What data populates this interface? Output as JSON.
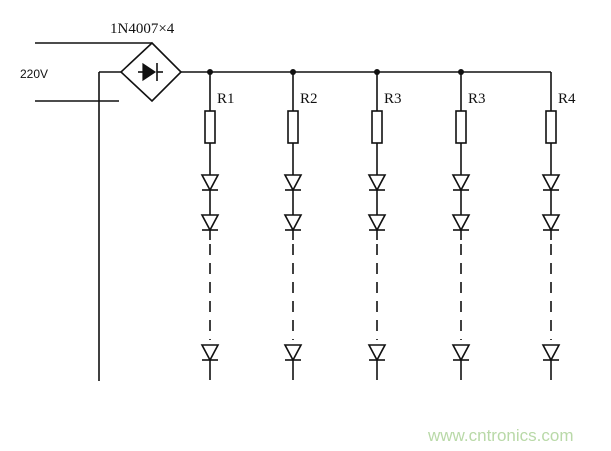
{
  "diagram": {
    "bridge_label": "1N4007×4",
    "input_label": "220V",
    "resistor_labels": [
      "R1",
      "R2",
      "R3",
      "R3",
      "R4"
    ],
    "watermark": "www.cntronics.com"
  }
}
